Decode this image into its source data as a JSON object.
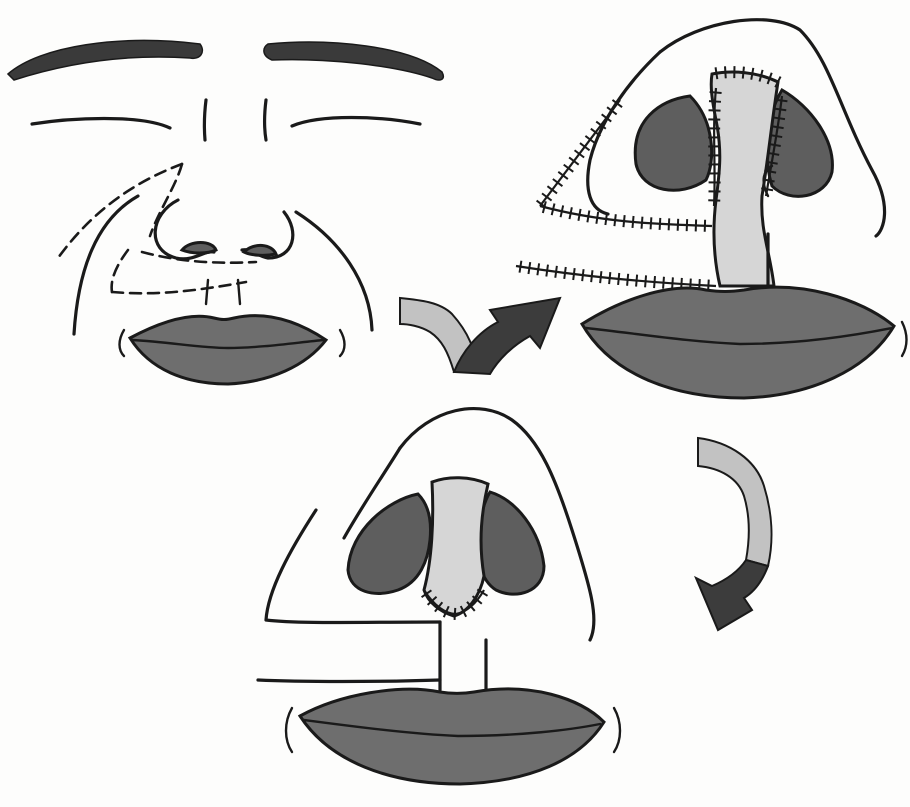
{
  "colors": {
    "ink": "#1a1a1a",
    "lip_fill": "#6e6e6e",
    "nostril_fill": "#5e5e5e",
    "flap_fill": "#d6d6d6",
    "arrow_light": "#c2c2c2",
    "arrow_dark": "#3c3c3c",
    "background": "#fdfdfc"
  },
  "panels": [
    {
      "id": "frontal-face-flap-planning",
      "elements": [
        "eyebrows",
        "closed-eyes",
        "nose",
        "upper-lip",
        "dashed-flap-outline"
      ]
    },
    {
      "id": "nasolabial-flap-transposition",
      "elements": [
        "nose-outline",
        "nostrils",
        "flap-with-sutures",
        "lips"
      ]
    },
    {
      "id": "columella-reconstruction-result",
      "elements": [
        "nose-outline",
        "nostrils",
        "reconstructed-columella",
        "lips"
      ]
    }
  ],
  "arrows": [
    {
      "id": "arrow-step-1",
      "direction": "curved-right-up",
      "icon": "curved-arrow-icon"
    },
    {
      "id": "arrow-step-2",
      "direction": "curved-down-left",
      "icon": "curved-arrow-icon"
    }
  ]
}
